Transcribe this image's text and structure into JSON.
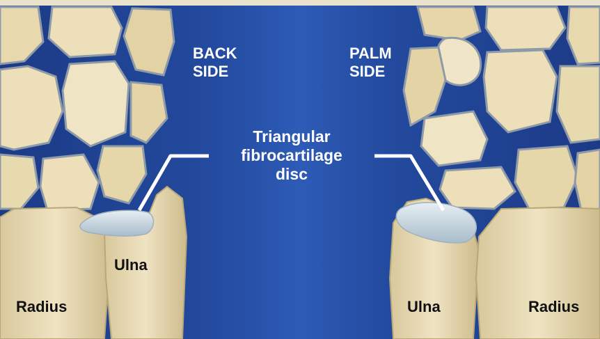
{
  "labels": {
    "back_side": {
      "line1": "BACK",
      "line2": "SIDE"
    },
    "palm_side": {
      "line1": "PALM",
      "line2": "SIDE"
    },
    "disc": {
      "line1": "Triangular",
      "line2": "fibrocartilage",
      "line3": "disc"
    },
    "left_ulna": "Ulna",
    "left_radius": "Radius",
    "right_ulna": "Ulna",
    "right_radius": "Radius"
  },
  "colors": {
    "background_blue": "#1f3f8e",
    "center_blue": "#2a55ad",
    "bone": "#e9dcb6",
    "bone_shadow": "#c9b88a",
    "cartilage_disc": "#c6d3dc",
    "label_white": "#ffffff",
    "label_dark": "#111111"
  }
}
